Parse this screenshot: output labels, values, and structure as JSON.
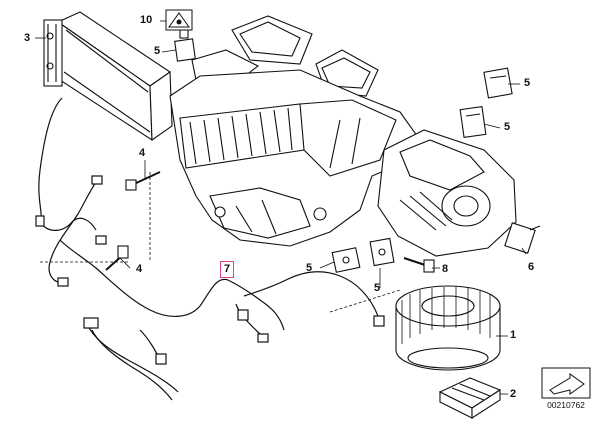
{
  "diagram": {
    "part_labels": [
      {
        "id": "label-3",
        "text": "3"
      },
      {
        "id": "label-10",
        "text": "10"
      },
      {
        "id": "label-5a",
        "text": "5"
      },
      {
        "id": "label-5b",
        "text": "5"
      },
      {
        "id": "label-5c",
        "text": "5"
      },
      {
        "id": "label-4a",
        "text": "4"
      },
      {
        "id": "label-4b",
        "text": "4"
      },
      {
        "id": "label-7",
        "text": "7",
        "highlighted": true
      },
      {
        "id": "label-5d",
        "text": "5"
      },
      {
        "id": "label-8",
        "text": "8"
      },
      {
        "id": "label-5e",
        "text": "5"
      },
      {
        "id": "label-6",
        "text": "6"
      },
      {
        "id": "label-1",
        "text": "1"
      },
      {
        "id": "label-2",
        "text": "2"
      }
    ],
    "catalog_number": "00210762",
    "highlight_color": "#e0418c",
    "line_color": "#111111"
  }
}
